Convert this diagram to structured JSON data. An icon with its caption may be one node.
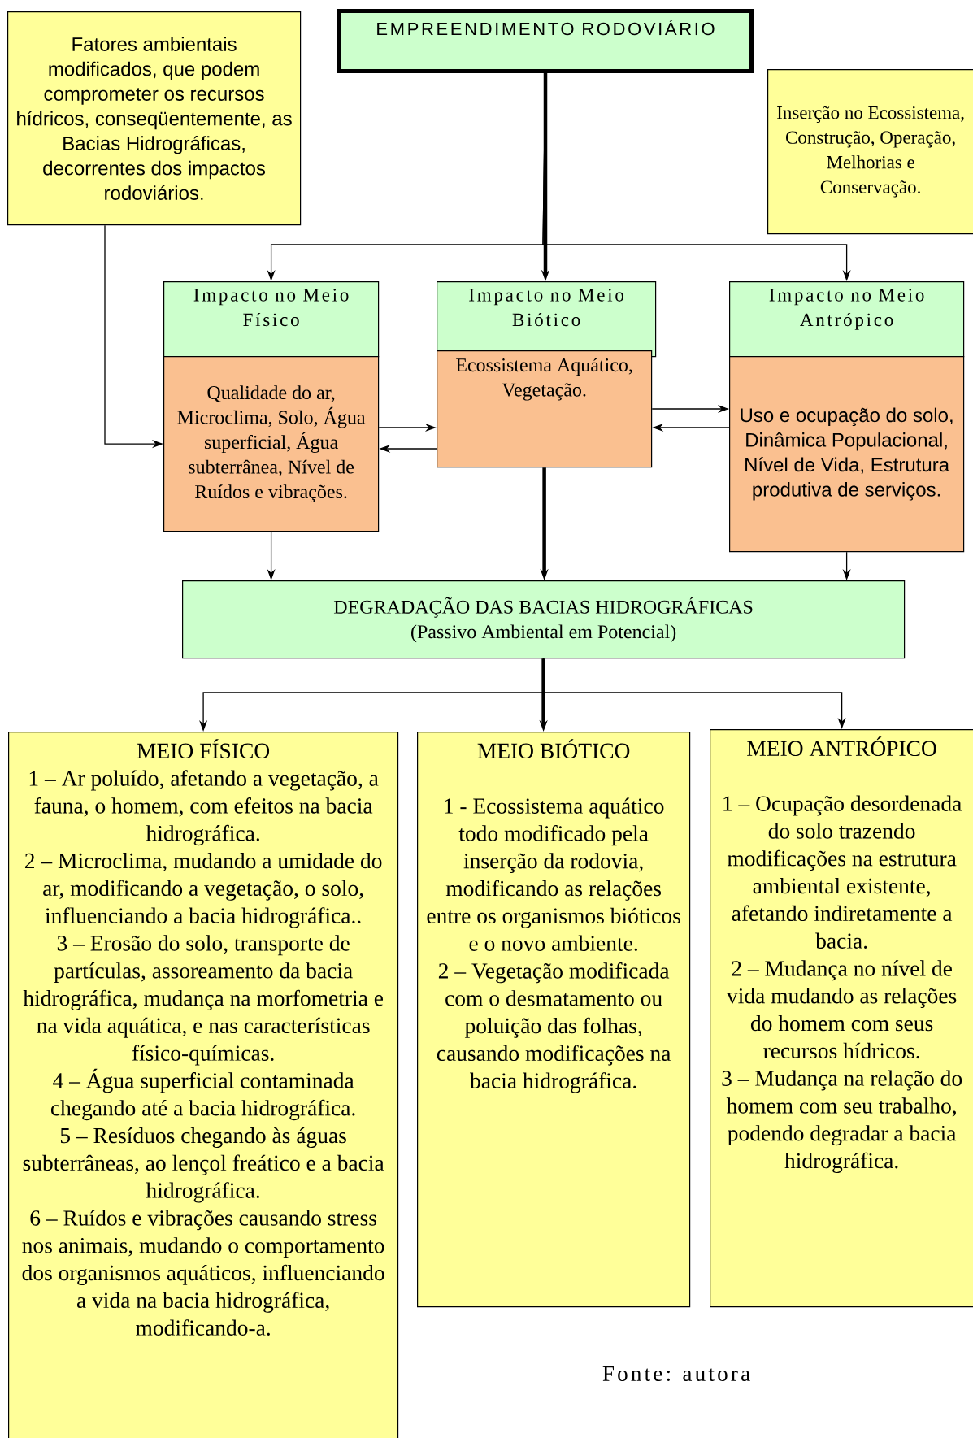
{
  "diagram": {
    "nodes": [
      {
        "text": [
          "Fatores ambientais modificados, que podem comprometer os recursos hídricos, conseqüentemente, as Bacias Hidrográficas, decorrentes dos impactos rodoviários."
        ]
      },
      {
        "text": [
          "EMPREENDIMENTO RODOVIÁRIO"
        ]
      },
      {
        "text": [
          "Inserção no Ecossistema, Construção, Operação, Melhorias e Conservação."
        ]
      },
      {
        "text": [
          "Impacto no Meio Físico"
        ]
      },
      {
        "text": [
          "Qualidade do ar, Microclima, Solo, Água superficial, Água subterrânea, Nível de Ruídos e vibrações."
        ]
      },
      {
        "text": [
          "Impacto no Meio Biótico"
        ]
      },
      {
        "text": [
          "Ecossistema Aquático, Vegetação."
        ]
      },
      {
        "text": [
          "Impacto no Meio Antrópico"
        ]
      },
      {
        "text": [
          "Uso e ocupação do solo, Dinâmica Populacional, Nível de Vida, Estrutura produtiva de serviços."
        ]
      },
      {
        "text": [
          "DEGRADAÇÃO DAS BACIAS HIDROGRÁFICAS",
          "(Passivo Ambiental em Potencial)"
        ]
      },
      {
        "text": [
          "MEIO FÍSICO",
          "1 – Ar poluído, afetando a vegetação, a fauna, o homem, com efeitos na bacia hidrográfica.",
          "2 – Microclima, mudando a umidade do ar, modificando a vegetação, o solo, influenciando a bacia hidrográfica..",
          "3 – Erosão do solo, transporte de partículas, assoreamento da bacia hidrográfica, mudança na morfometria e na vida aquática, e nas características físico-químicas.",
          "4 – Água superficial contaminada chegando até a bacia hidrográfica.",
          "5 – Resíduos chegando às águas subterrâneas, ao lençol freático e a bacia hidrográfica.",
          "6 – Ruídos e vibrações causando stress nos animais, mudando o comportamento dos organismos aquáticos, influenciando a vida na bacia hidrográfica, modificando-a."
        ]
      },
      {
        "text": [
          "MEIO BIÓTICO",
          "1 - Ecossistema aquático todo modificado pela inserção da rodovia, modificando as relações entre os organismos bióticos e o novo ambiente.",
          "2 – Vegetação modificada com o desmatamento ou poluição das folhas, causando modificações na bacia hidrográfica."
        ]
      },
      {
        "text": [
          "MEIO ANTRÓPICO",
          "1 – Ocupação desordenada do solo trazendo modificações na estrutura ambiental existente, afetando indiretamente a bacia.",
          "2 – Mudança no nível de vida mudando as relações do homem com seus recursos hídricos.",
          "3 – Mudança na relação do homem com seu trabalho, podendo degradar a bacia hidrográfica."
        ]
      }
    ],
    "edges": [
      {
        "from": 1,
        "to": 3,
        "arrow": "to"
      },
      {
        "from": 1,
        "to": 5,
        "arrow": "to",
        "style": "thick"
      },
      {
        "from": 1,
        "to": 7,
        "arrow": "to"
      },
      {
        "from": 0,
        "to": 4,
        "arrow": "to"
      },
      {
        "from": 4,
        "to": 6,
        "arrow": "to"
      },
      {
        "from": 6,
        "to": 4,
        "arrow": "to"
      },
      {
        "from": 6,
        "to": 8,
        "arrow": "to"
      },
      {
        "from": 8,
        "to": 6,
        "arrow": "to"
      },
      {
        "from": 4,
        "to": 9,
        "arrow": "to"
      },
      {
        "from": 6,
        "to": 9,
        "arrow": "to",
        "style": "thick"
      },
      {
        "from": 8,
        "to": 9,
        "arrow": "to"
      },
      {
        "from": 9,
        "to": 10,
        "arrow": "to"
      },
      {
        "from": 9,
        "to": 11,
        "arrow": "to",
        "style": "thick"
      },
      {
        "from": 9,
        "to": 12,
        "arrow": "to"
      }
    ],
    "labels": [
      "Fonte: autora"
    ]
  }
}
